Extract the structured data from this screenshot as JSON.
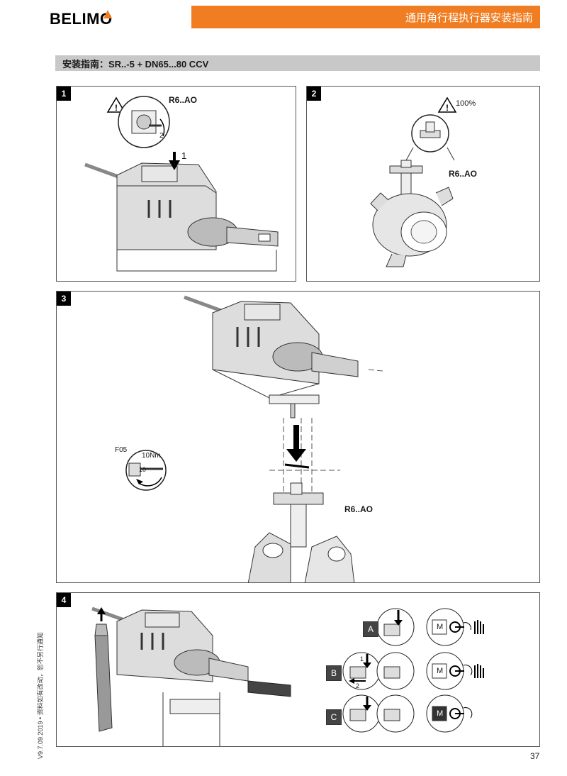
{
  "header": {
    "logo": "BELIMO",
    "title": "通用角行程执行器安装指南"
  },
  "subtitle": "安装指南：SR..-5 + DN65...80 CCV",
  "steps": {
    "s1": {
      "num": "1",
      "valve_label": "R6..AO",
      "arrow_num": "1",
      "rotate_num": "2"
    },
    "s2": {
      "num": "2",
      "percent": "100%",
      "valve_label": "R6..AO"
    },
    "s3": {
      "num": "3",
      "flange": "F05",
      "torque": "10Nm",
      "torque_num": "10",
      "valve_label": "R6..AO"
    },
    "s4": {
      "num": "4",
      "modes": [
        "A",
        "B",
        "C"
      ],
      "b_num_1": "1",
      "b_num_2": "2",
      "manual_symbol": "M"
    }
  },
  "footer": {
    "side_note": "V9.7.09.2019 • 资料如有改动，恕不另行通知",
    "page_number": "37"
  },
  "colors": {
    "accent": "#f07d21",
    "subtitle_bg": "#c8c8c8",
    "logo_mark": "#f07d21"
  }
}
